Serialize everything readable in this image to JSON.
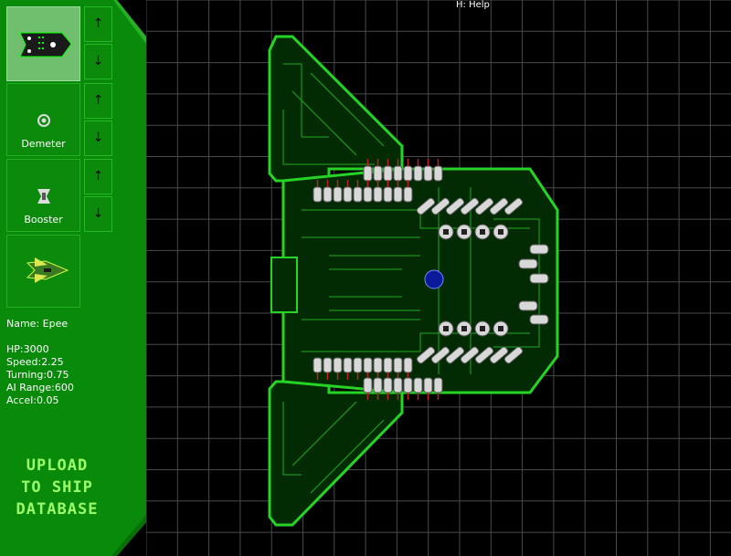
{
  "help_hint": "H: Help",
  "slots": [
    {
      "name": "",
      "icon": "ship-hull-icon",
      "selected": true
    },
    {
      "name": "Demeter",
      "icon": "demeter-ring-icon"
    },
    {
      "name": "Booster",
      "icon": "booster-icon"
    },
    {
      "name": "",
      "icon": "fighter-ship-icon"
    }
  ],
  "arrows": {
    "up": "↑",
    "down": "↓"
  },
  "stats": {
    "name": "Name: Epee",
    "hp": "HP:3000",
    "speed": "Speed:2.25",
    "turning": "Turning:0.75",
    "ai_range": "AI Range:600",
    "accel": "Accel:0.05"
  },
  "upload": {
    "line1": "UPLOAD",
    "line2": "TO SHIP",
    "line3": "DATABASE"
  },
  "colors": {
    "grid": "#4a4a4a",
    "hull": "#27d127",
    "sidebar": "#0a8a0a",
    "upload": "#9cff6a"
  }
}
